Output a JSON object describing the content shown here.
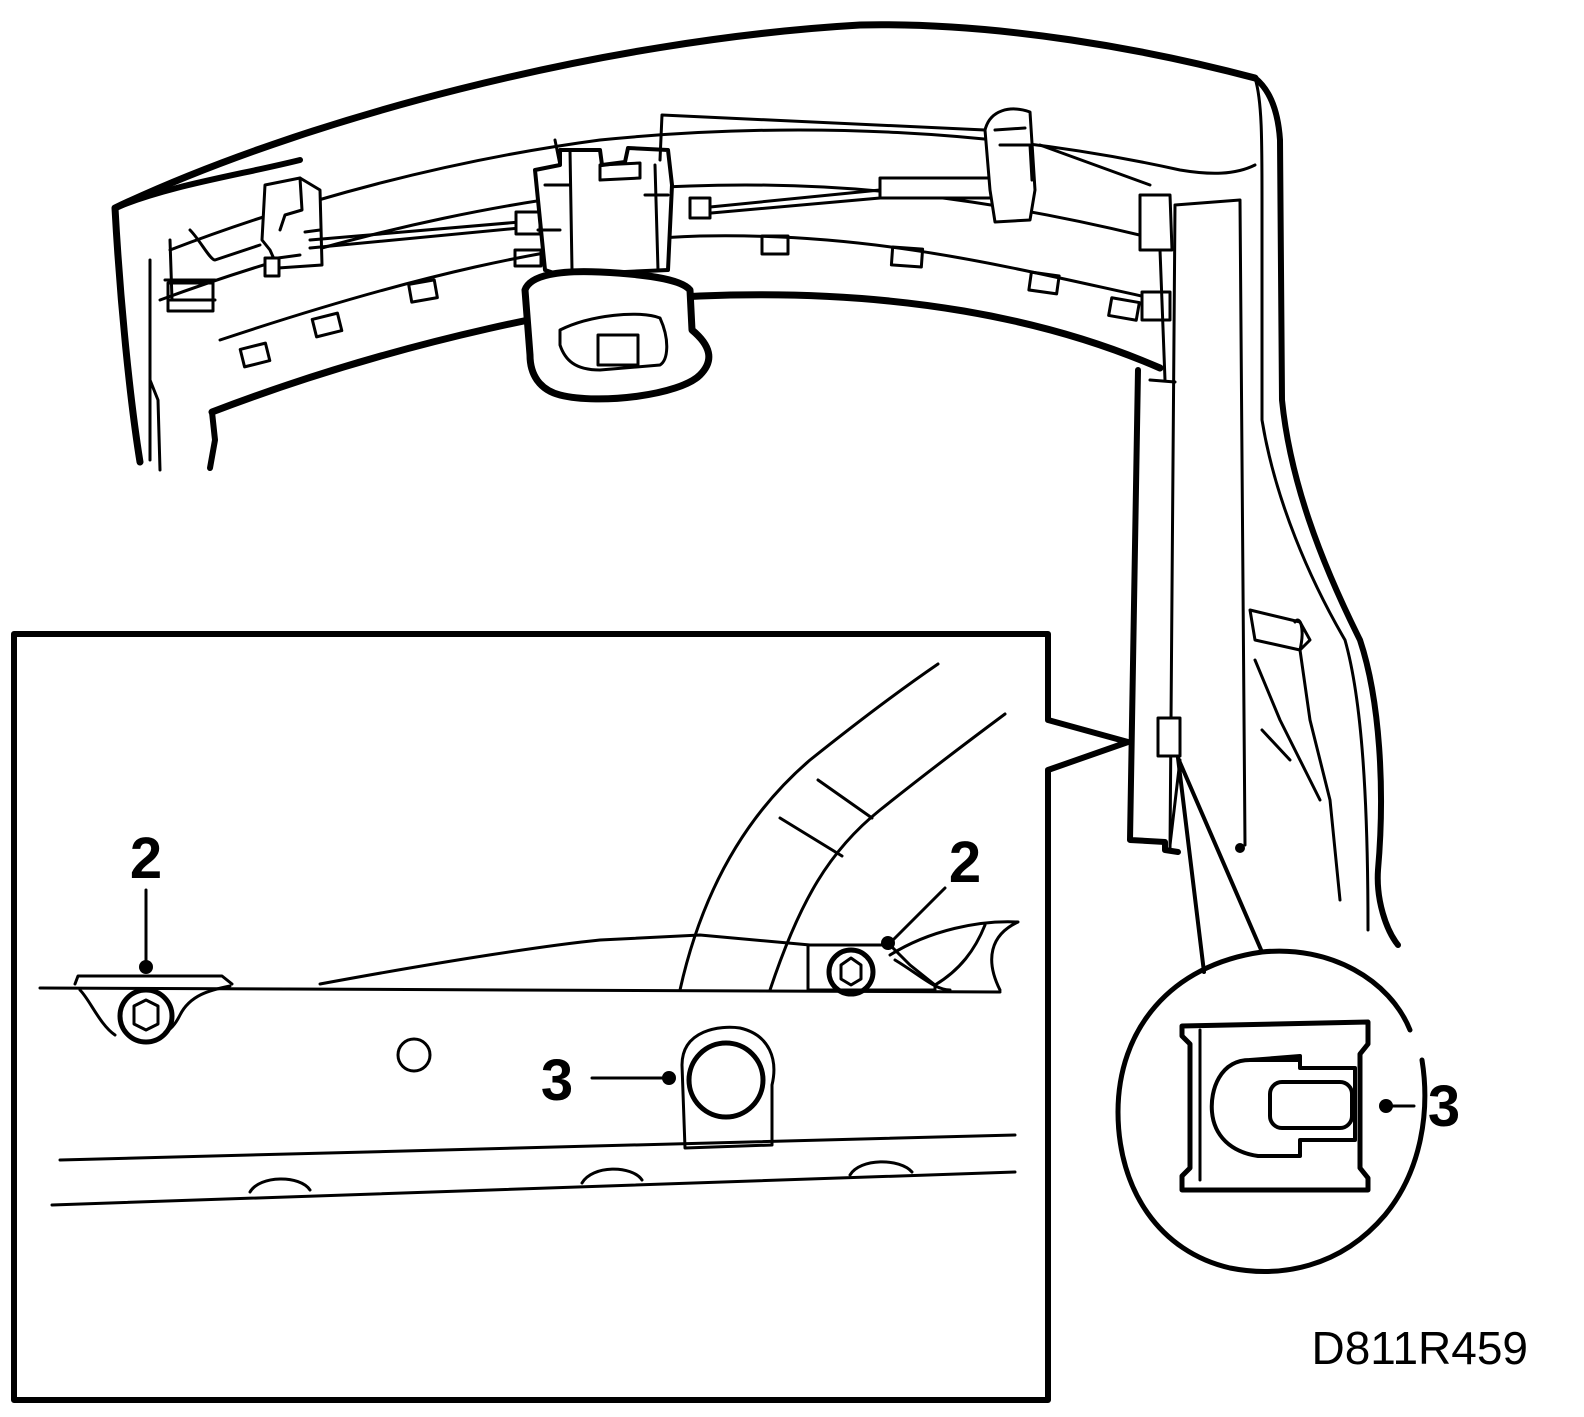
{
  "figure": {
    "code": "D811R459",
    "callouts": {
      "inset_left_label": "2",
      "inset_right_label": "2",
      "inset_center_label": "3",
      "magnifier_label": "3"
    },
    "colors": {
      "ink": "#000000",
      "paper": "#ffffff"
    }
  }
}
